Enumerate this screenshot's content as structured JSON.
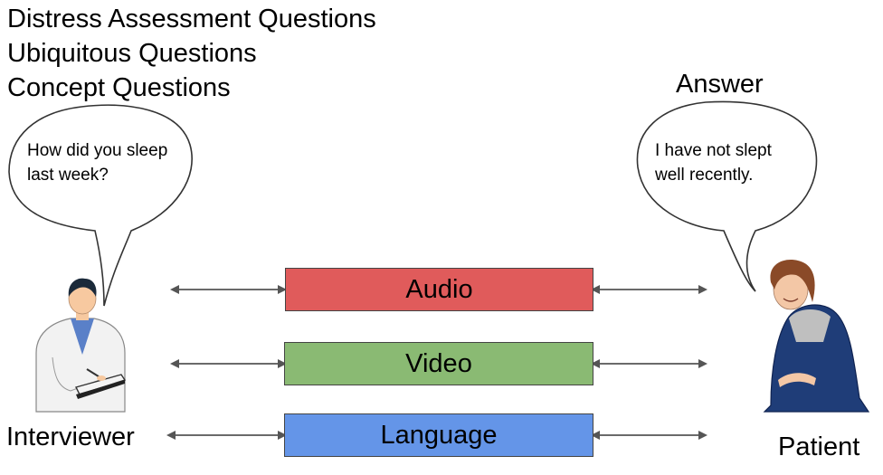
{
  "question_types": [
    "Distress Assessment Questions",
    "Ubiquitous Questions",
    "Concept Questions"
  ],
  "answer_title": "Answer",
  "interviewer": {
    "label": "Interviewer",
    "speech": [
      "How did you sleep",
      "last week?"
    ]
  },
  "patient": {
    "label": "Patient",
    "speech": [
      "I have not slept",
      "well recently."
    ]
  },
  "modalities": [
    {
      "label": "Audio",
      "color": "#e05b5b"
    },
    {
      "label": "Video",
      "color": "#8aba73"
    },
    {
      "label": "Language",
      "color": "#6495e8"
    }
  ]
}
